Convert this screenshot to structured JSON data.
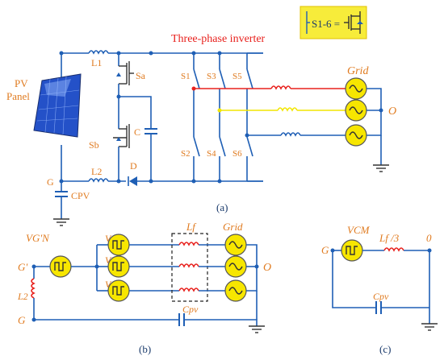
{
  "colors": {
    "wire": "#1f5fb5",
    "phase_a": "#e8211d",
    "phase_b": "#f2e600",
    "label": "#e07b20",
    "source_fill": "#f7e600",
    "title": "#e8211d",
    "caption": "#1a3a6b"
  },
  "legend": {
    "symbol_label": "S1-6 ="
  },
  "part_a": {
    "title": "Three-phase inverter",
    "caption": "(a)",
    "pv_line1": "PV",
    "pv_line2": "Panel",
    "L1": "L1",
    "L2": "L2",
    "Sa": "Sa",
    "Sb": "Sb",
    "C": "C",
    "D": "D",
    "G": "G",
    "CPV": "CPV",
    "S1": "S1",
    "S2": "S2",
    "S3": "S3",
    "S4": "S4",
    "S5": "S5",
    "S6": "S6",
    "grid": "Grid",
    "O": "O"
  },
  "part_b": {
    "caption": "(b)",
    "VGN": "VG'N",
    "VAN": "VAN",
    "VBN": "VBN",
    "VCN": "VCN",
    "Lf": "Lf",
    "grid": "Grid",
    "G_prime": "G'",
    "L2": "L2",
    "G": "G",
    "O": "O",
    "Cpv": "Cpv"
  },
  "part_c": {
    "caption": "(c)",
    "VCM": "VCM",
    "Lf3": "Lf /3",
    "G": "G",
    "zero": "0",
    "Cpv": "Cpv"
  }
}
